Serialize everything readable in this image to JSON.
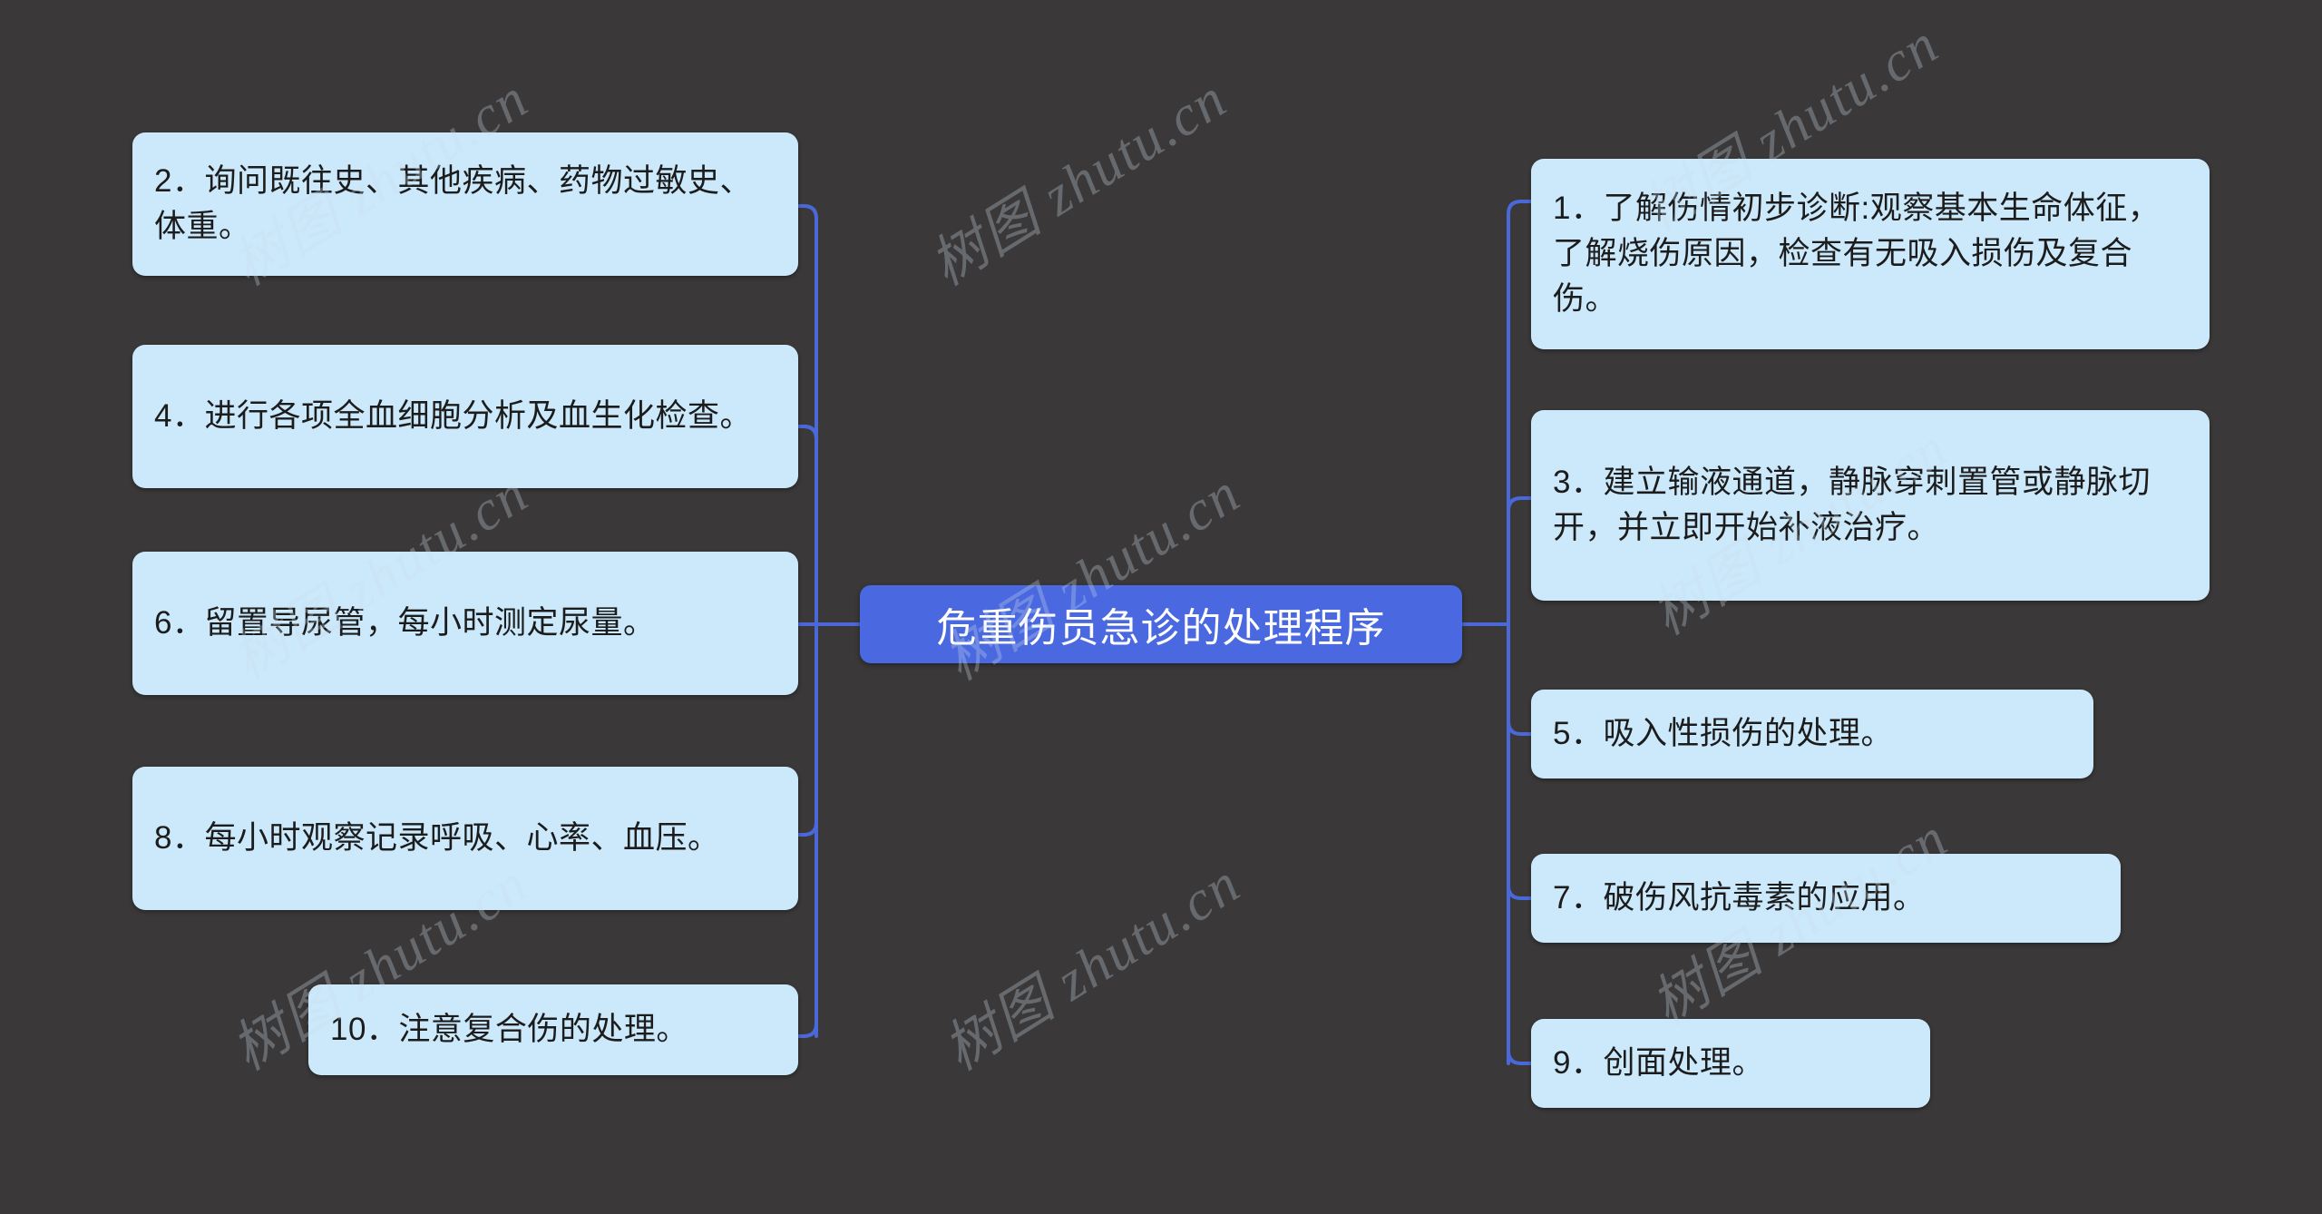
{
  "diagram": {
    "type": "mind-map",
    "background_color": "#3a3838",
    "root_color": "#4a68e0",
    "leaf_color": "#cbe9fb",
    "edge_color": "#4a68d8",
    "root": {
      "label": "危重伤员急诊的处理程序"
    },
    "watermark": {
      "text": "树图 zhutu.cn",
      "color": "#cddeec"
    },
    "left_branch": [
      {
        "index": "2",
        "label": "2．询问既往史、其他疾病、药物过敏史、体重。"
      },
      {
        "index": "4",
        "label": "4．进行各项全血细胞分析及血生化检查。"
      },
      {
        "index": "6",
        "label": "6．留置导尿管，每小时测定尿量。"
      },
      {
        "index": "8",
        "label": "8．每小时观察记录呼吸、心率、血压。"
      },
      {
        "index": "10",
        "label": "10．注意复合伤的处理。"
      }
    ],
    "right_branch": [
      {
        "index": "1",
        "label": "1．了解伤情初步诊断:观察基本生命体征，了解烧伤原因，检查有无吸入损伤及复合伤。"
      },
      {
        "index": "3",
        "label": "3．建立输液通道，静脉穿刺置管或静脉切开，并立即开始补液治疗。"
      },
      {
        "index": "5",
        "label": "5．吸入性损伤的处理。"
      },
      {
        "index": "7",
        "label": "7．破伤风抗毒素的应用。"
      },
      {
        "index": "9",
        "label": "9．创面处理。"
      }
    ]
  }
}
